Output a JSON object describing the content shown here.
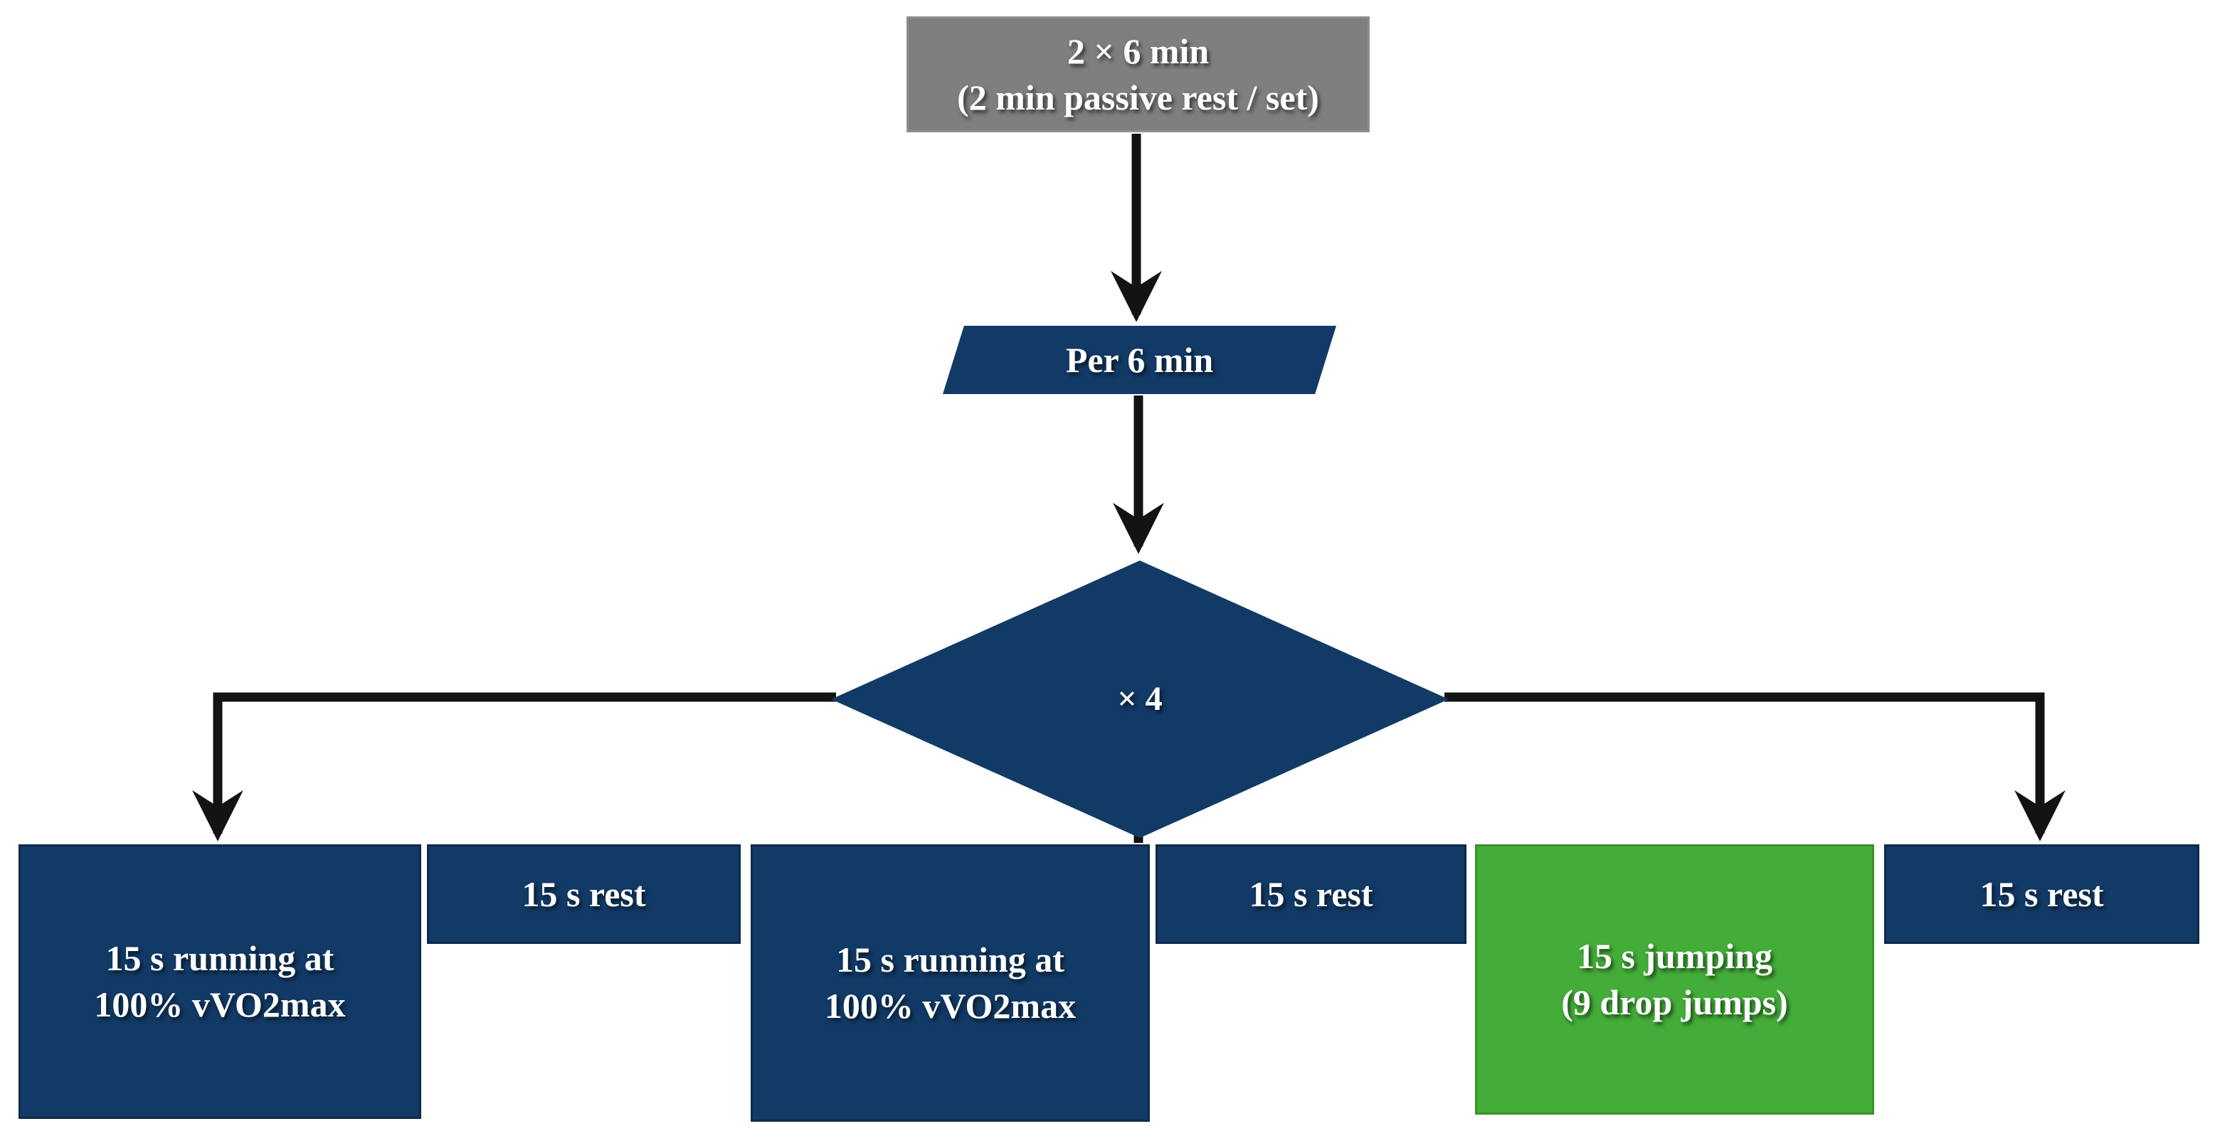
{
  "diagram": {
    "title": "interval training protocol flowchart",
    "top_box": {
      "line1": "2 × 6 min",
      "line2": "(2 min passive rest / set)"
    },
    "interval_block": {
      "label": "Per 6 min"
    },
    "repeat_diamond": {
      "label": "× 4"
    },
    "bottom_row": [
      {
        "id": "running-1",
        "lines": [
          "15 s running at",
          "100% vVO2max"
        ],
        "color": "navy"
      },
      {
        "id": "rest-1",
        "lines": [
          "15 s rest"
        ],
        "color": "navy"
      },
      {
        "id": "running-2",
        "lines": [
          "15 s running at",
          "100% vVO2max"
        ],
        "color": "navy"
      },
      {
        "id": "rest-2",
        "lines": [
          "15 s rest"
        ],
        "color": "navy"
      },
      {
        "id": "jumping",
        "lines": [
          "15 s jumping",
          "(9 drop jumps)"
        ],
        "color": "green"
      },
      {
        "id": "rest-3",
        "lines": [
          "15 s rest"
        ],
        "color": "navy"
      }
    ],
    "colors": {
      "navy": "#123a66",
      "green": "#44ad39",
      "gray": "#7f7f7f",
      "connector": "#131313",
      "label_text": "#ffffff",
      "background": "#ffffff"
    }
  }
}
